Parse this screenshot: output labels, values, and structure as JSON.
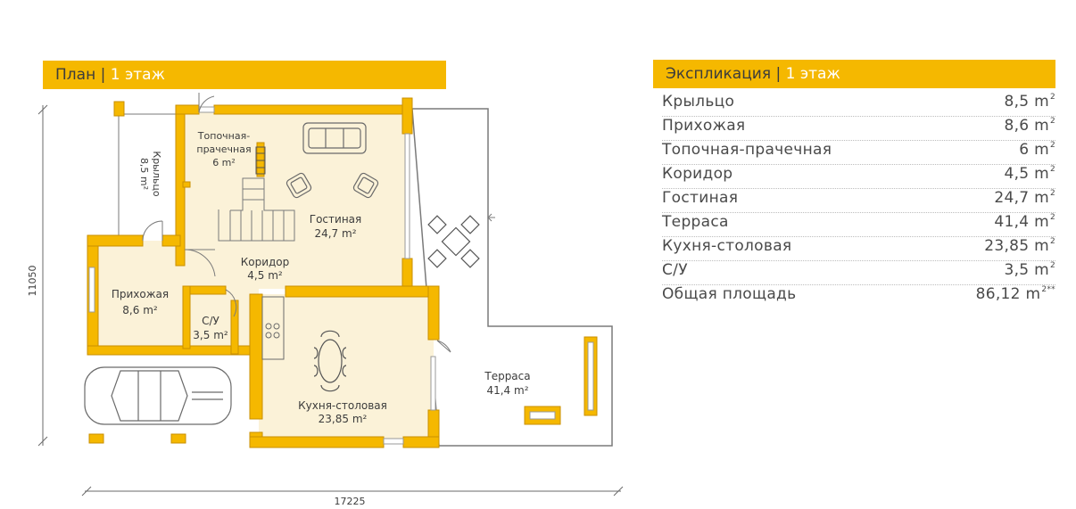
{
  "plan_header": {
    "label": "План |",
    "floor": "1 этаж"
  },
  "explication_header": {
    "label": "Экспликация |",
    "floor": "1 этаж"
  },
  "rooms": [
    {
      "name": "Крыльцо",
      "area": "8,5 m",
      "sup": "2"
    },
    {
      "name": "Прихожая",
      "area": "8,6 m",
      "sup": "2"
    },
    {
      "name": "Топочная-прачечная",
      "area": "6 m",
      "sup": "2"
    },
    {
      "name": "Коридор",
      "area": "4,5 m",
      "sup": "2"
    },
    {
      "name": "Гостиная",
      "area": "24,7 m",
      "sup": "2"
    },
    {
      "name": "Терраса",
      "area": "41,4 m",
      "sup": "2"
    },
    {
      "name": "Кухня-столовая",
      "area": "23,85 m",
      "sup": "2"
    },
    {
      "name": "С/У",
      "area": "3,5 m",
      "sup": "2"
    }
  ],
  "total": {
    "name": "Общая площадь",
    "area": "86,12 m",
    "sup": "2**"
  },
  "plan_labels": {
    "porch_name": "Крыльцо",
    "porch_area": "8,5 m²",
    "boiler_line1": "Топочная-",
    "boiler_line2": "прачечная",
    "boiler_area": "6 m²",
    "living_name": "Гостиная",
    "living_area": "24,7 m²",
    "corridor_name": "Коридор",
    "corridor_area": "4,5 m²",
    "hall_name": "Прихожая",
    "hall_area": "8,6 m²",
    "wc_name": "С/У",
    "wc_area": "3,5 m²",
    "kitchen_name": "Кухня-столовая",
    "kitchen_area": "23,85 m²",
    "terrace_name": "Терраса",
    "terrace_area": "41,4 m²"
  },
  "dimensions": {
    "height": "11050",
    "width": "17225"
  },
  "colors": {
    "accent": "#f5b800",
    "wall": "#f5b800",
    "floor": "#fbf2d8",
    "line": "#6a6a6a"
  }
}
